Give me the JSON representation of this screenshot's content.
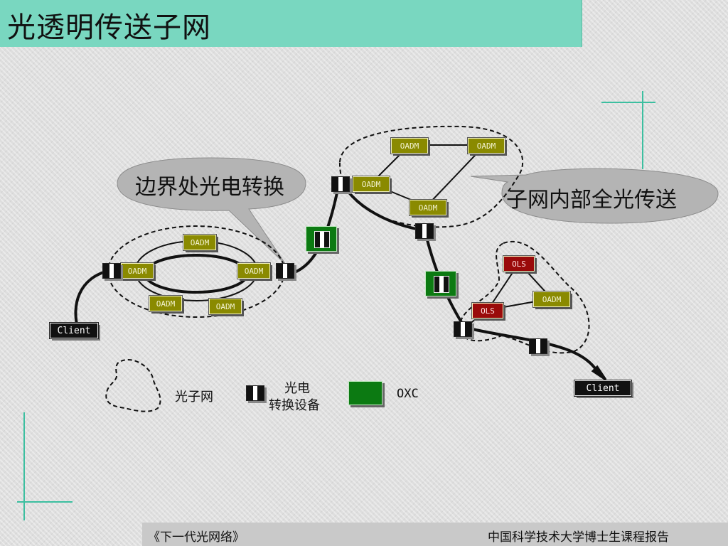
{
  "title": "光透明传送子网",
  "callouts": {
    "left": "边界处光电转换",
    "right": "子网内部全光传送"
  },
  "nodes": {
    "oadm": "OADM",
    "ols": "OLS",
    "client": "Client"
  },
  "legend": {
    "subnet": "光子网",
    "converter_line1": "光电",
    "converter_line2": "转换设备",
    "oxc": "OXC"
  },
  "footer": {
    "left": "《下一代光网络》",
    "right": "中国科学技术大学博士生课程报告"
  },
  "colors": {
    "title_bar": "#79d7c0",
    "oadm": "#8a8a00",
    "ols": "#9a0a0a",
    "oxc": "#0c7a12",
    "accent_lines": "#3cbfa0"
  }
}
